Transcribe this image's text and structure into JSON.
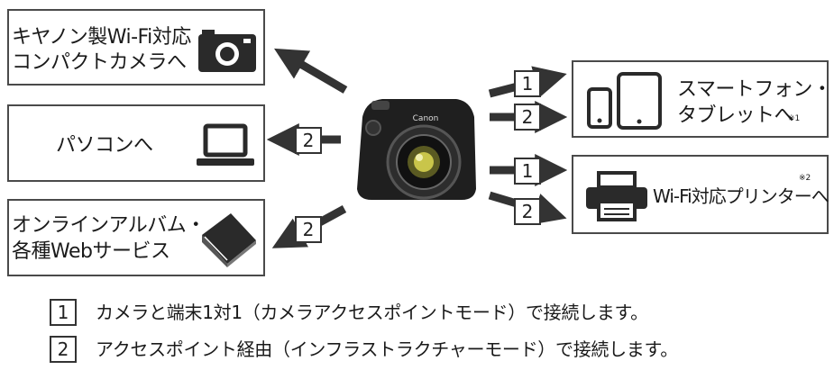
{
  "destinations": {
    "canon_camera": {
      "line1": "キヤノン製Wi-Fi対応",
      "line2": "コンパクトカメラへ",
      "icon": "camera-icon"
    },
    "pc": {
      "label": "パソコンへ",
      "icon": "laptop-icon"
    },
    "online_album": {
      "line1": "オンラインアルバム・",
      "line2": "各種Webサービス",
      "icon": "book-icon"
    },
    "smartphone": {
      "line1": "スマートフォン・",
      "line2": "タブレットへ",
      "note": "※1",
      "icon": "smartphone-tablet-icon"
    },
    "printer": {
      "label": "Wi-Fi対応プリンターへ",
      "note": "※2",
      "icon": "printer-icon"
    }
  },
  "center": {
    "brand": "Canon",
    "icon": "camera-icon"
  },
  "connection_badges": {
    "pc": "2",
    "online_album": "2",
    "smartphone_direct": "1",
    "smartphone_infra": "2",
    "printer_direct": "1",
    "printer_infra": "2"
  },
  "legend": [
    {
      "number": "1",
      "text": "カメラと端末1対1（カメラアクセスポイントモード）で接続します。"
    },
    {
      "number": "2",
      "text": "アクセスポイント経由（インフラストラクチャーモード）で接続します。"
    }
  ],
  "colors": {
    "border": "#4a4a4a",
    "arrow": "#333333",
    "icon": "#2a2a2a"
  }
}
